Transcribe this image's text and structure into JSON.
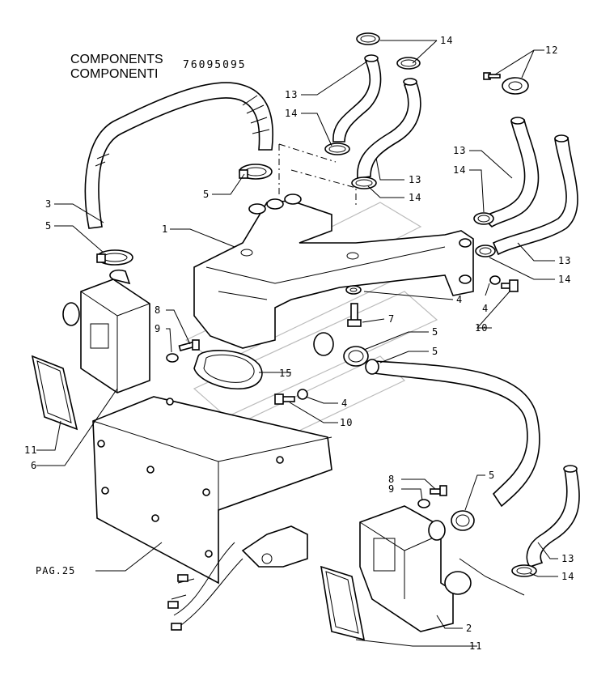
{
  "header": {
    "title_en": "COMPONENTS",
    "title_it": "COMPONENTI",
    "code": "76095095"
  },
  "callouts": {
    "c1": "1",
    "c2": "2",
    "c3": "3",
    "c4a": "4",
    "c4b": "4",
    "c4c": "4",
    "c5a": "5",
    "c5b": "5",
    "c5c": "5",
    "c5d": "5",
    "c6": "6",
    "c7": "7",
    "c8a": "8",
    "c8b": "8",
    "c9a": "9",
    "c9b": "9",
    "c10a": "10",
    "c10b": "10",
    "c11a": "11",
    "c11b": "11",
    "c12": "12",
    "c13a": "13",
    "c13b": "13",
    "c13c": "13",
    "c13d": "13",
    "c14a": "14",
    "c14b": "14",
    "c14c": "14",
    "c14d": "14",
    "c14e": "14",
    "c15": "15",
    "pag": "PAG.25"
  }
}
